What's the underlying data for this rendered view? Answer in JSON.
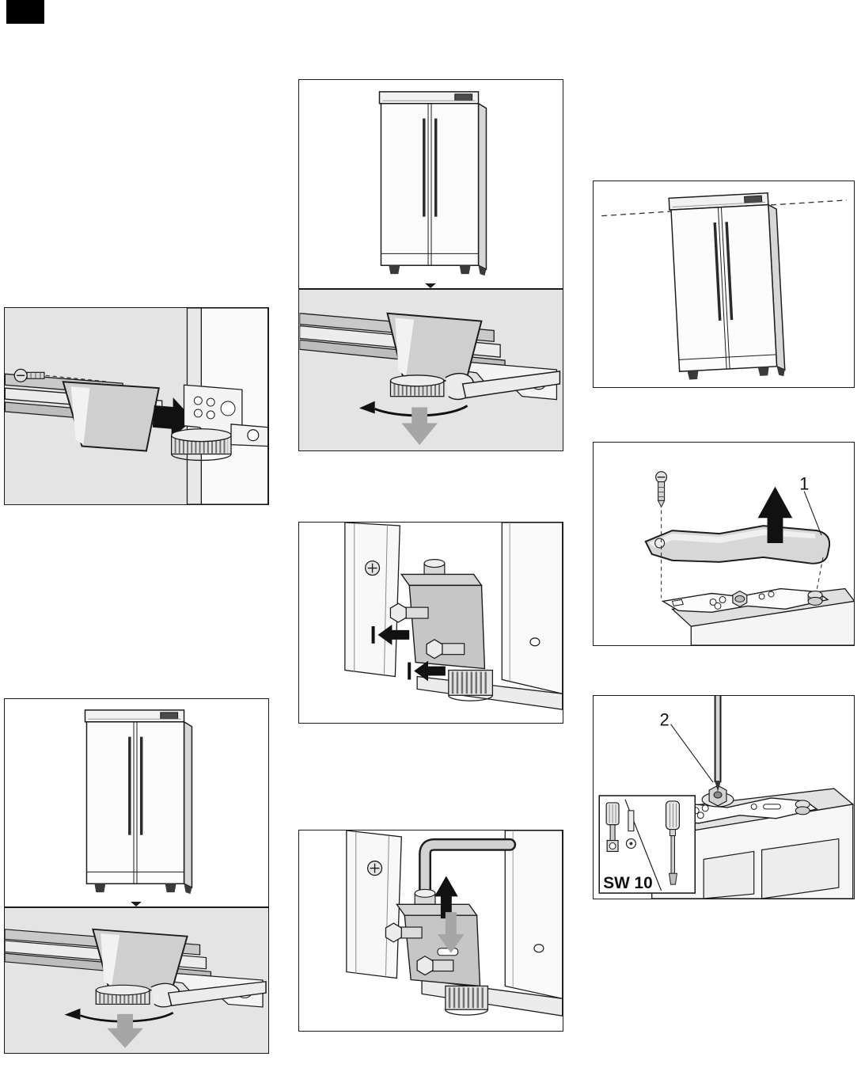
{
  "page": {
    "figure_labels": {
      "cover_step": "1",
      "screw_step": "2",
      "wrench_size": "SW 10"
    }
  }
}
